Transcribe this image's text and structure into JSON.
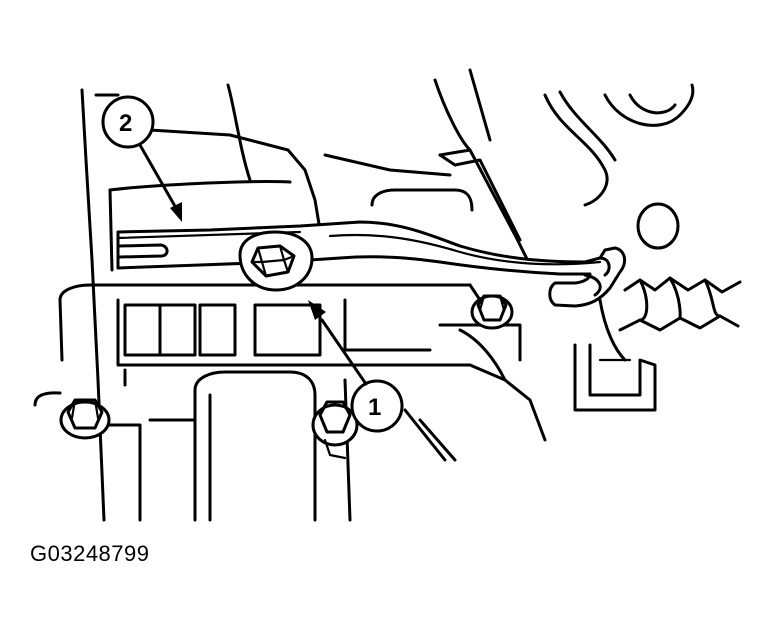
{
  "figure": {
    "id_label": "G03248799",
    "callouts": [
      {
        "number": "1"
      },
      {
        "number": "2"
      }
    ]
  }
}
